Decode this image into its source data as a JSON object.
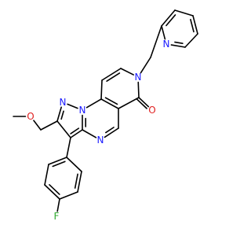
{
  "molecule": {
    "atoms": [
      {
        "id": "n_pyr",
        "label": "N",
        "color": "#1a1aff"
      },
      {
        "id": "n7",
        "label": "N",
        "color": "#1a1aff"
      },
      {
        "id": "n_pz",
        "label": "N",
        "color": "#1a1aff"
      },
      {
        "id": "n_br",
        "label": "N",
        "color": "#1a1aff"
      },
      {
        "id": "n4",
        "label": "N",
        "color": "#1a1aff"
      },
      {
        "id": "o_eth",
        "label": "O",
        "color": "#e02020"
      },
      {
        "id": "o_co",
        "label": "O",
        "color": "#e02020"
      },
      {
        "id": "f",
        "label": "F",
        "color": "#2eaa2e"
      }
    ]
  }
}
